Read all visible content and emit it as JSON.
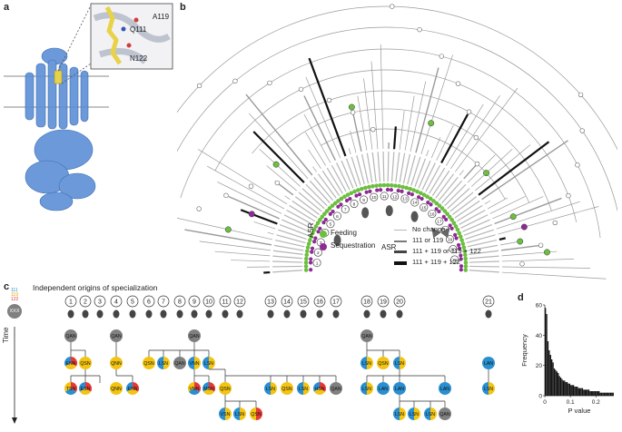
{
  "panels": {
    "a": {
      "letter": "a",
      "residues": [
        "Q111",
        "A119",
        "N122"
      ]
    },
    "b": {
      "letter": "b",
      "ring_numbers": [
        "1",
        "2",
        "3",
        "4",
        "5",
        "6",
        "7",
        "8",
        "9",
        "10",
        "11",
        "12",
        "13",
        "14",
        "15",
        "16",
        "17",
        "18",
        "19",
        "20",
        "21"
      ],
      "legend": {
        "asr_title": "ASR",
        "feeding": "Feeding",
        "sequestration": "Sequestration",
        "asr_title_2": "ASR",
        "line_items": [
          "No change",
          "111 or 119",
          "111 + 119 or 119 + 122",
          "111 + 119 + 122"
        ]
      },
      "colors": {
        "feeding": "#6cbf3f",
        "sequestration": "#8e2a95",
        "branch_gray": "#9a9a9a",
        "branch_dark": "#111111"
      }
    },
    "c": {
      "letter": "c",
      "title": "Independent origins of specialization",
      "xxx_label": "XXX",
      "axis_label": "Time",
      "legend_digits": [
        "111",
        "119",
        "122"
      ],
      "origin_numbers": [
        "1",
        "2",
        "3",
        "4",
        "5",
        "6",
        "7",
        "8",
        "9",
        "10",
        "11",
        "12",
        "13",
        "14",
        "15",
        "16",
        "17",
        "18",
        "19",
        "20",
        "21"
      ],
      "nodes": {
        "qan": "QAN",
        "qnn": "QNN",
        "qsn": "QSN",
        "lsn": "LSN",
        "esn": "ESN",
        "tsn": "TSN",
        "vnn": "VNN",
        "msn": "MSN",
        "hsn": "HSN",
        "lan": "LAN",
        "vsn": "VSN",
        "csn": "CSN",
        "ksn": "KSN",
        "enn": "ENN"
      },
      "colors": {
        "gray": "#808080",
        "blue": "#2a8fd0",
        "yellow": "#f3c412",
        "red": "#e53935"
      }
    },
    "d": {
      "letter": "d",
      "xlabel": "P value",
      "ylabel": "Frequency"
    }
  },
  "chart_data": {
    "type": "bar",
    "xlabel": "P value",
    "ylabel": "Frequency",
    "xlim": [
      0,
      0.27
    ],
    "ylim": [
      0,
      60
    ],
    "yticks": [
      0,
      20,
      40,
      60
    ],
    "xticks": [
      0,
      0.1,
      0.2
    ],
    "xtick_labels": [
      "0",
      "0.1",
      "0.2"
    ],
    "bin_width": 0.005,
    "values": [
      58,
      54,
      36,
      30,
      27,
      24,
      22,
      18,
      17,
      16,
      15,
      13,
      12,
      11,
      10,
      10,
      9,
      9,
      8,
      8,
      7,
      7,
      7,
      6,
      6,
      6,
      5,
      5,
      5,
      5,
      4,
      4,
      4,
      4,
      4,
      3,
      3,
      3,
      3,
      3,
      3,
      3,
      3,
      2,
      2,
      2,
      2,
      2,
      2,
      2,
      2,
      2,
      2,
      2
    ]
  }
}
